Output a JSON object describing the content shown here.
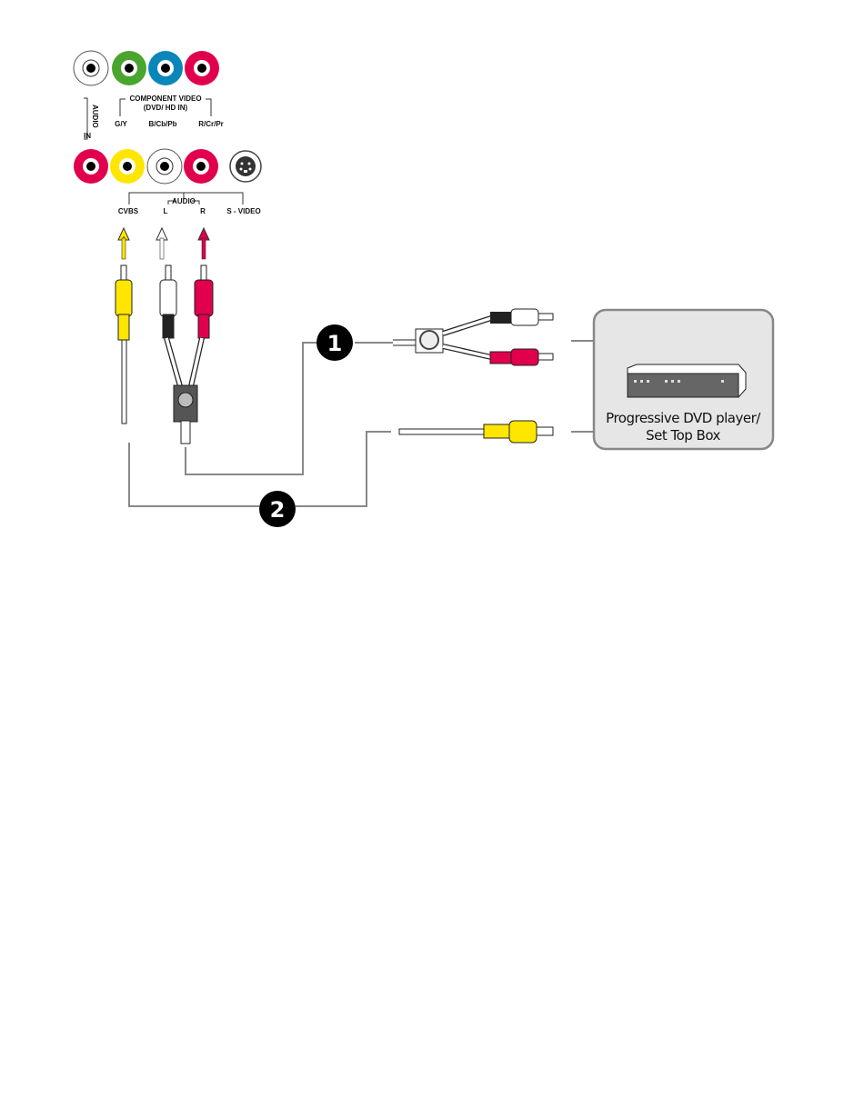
{
  "panel": {
    "audio_in_label": "AUDIO",
    "audio_in_sub": "IN",
    "component_title": "COMPONENT VIDEO",
    "component_sub": "(DVD/ HD IN)",
    "component_jacks": [
      "G/Y",
      "B/Cb/Pb",
      "R/Cr/Pr"
    ],
    "audio_group_label": "AUDIO",
    "bottom_jacks": [
      "CVBS",
      "L",
      "R",
      "S - VIDEO"
    ]
  },
  "steps": [
    "1",
    "2"
  ],
  "device": {
    "line1": "Progressive DVD player/",
    "line2": "Set Top Box"
  },
  "colors": {
    "white": "#ffffff",
    "green": "#4aa52e",
    "blue": "#0a86b8",
    "red": "#e0004d",
    "yellow": "#ffe600",
    "line": "#888888",
    "box": "#e6e6e6"
  }
}
